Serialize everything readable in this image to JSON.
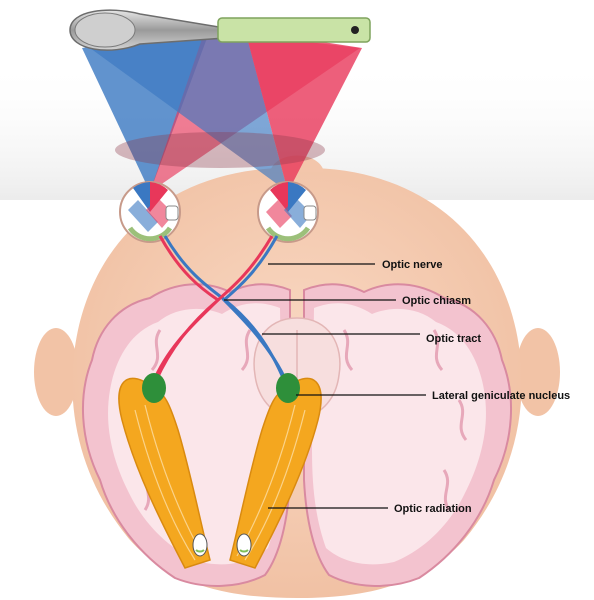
{
  "labels": {
    "optic_nerve": "Optic nerve",
    "optic_chiasm": "Optic chiasm",
    "optic_tract": "Optic tract",
    "lgn": "Lateral geniculate nucleus",
    "optic_radiation": "Optic radiation"
  },
  "colors": {
    "left_field": "#3a78c2",
    "right_field": "#e8375a",
    "skin": "#f6cdb2",
    "skin_shadow": "#e9b497",
    "cortex": "#f3c3cf",
    "cortex_outline": "#d98aa0",
    "white_matter": "#fbe6ea",
    "radiation": "#f4a71f",
    "lgn": "#2e8f3a",
    "brainstem": "#f7dede"
  },
  "icons": [
    "spoon-occluder-icon",
    "lollipop-occluder-icon"
  ]
}
